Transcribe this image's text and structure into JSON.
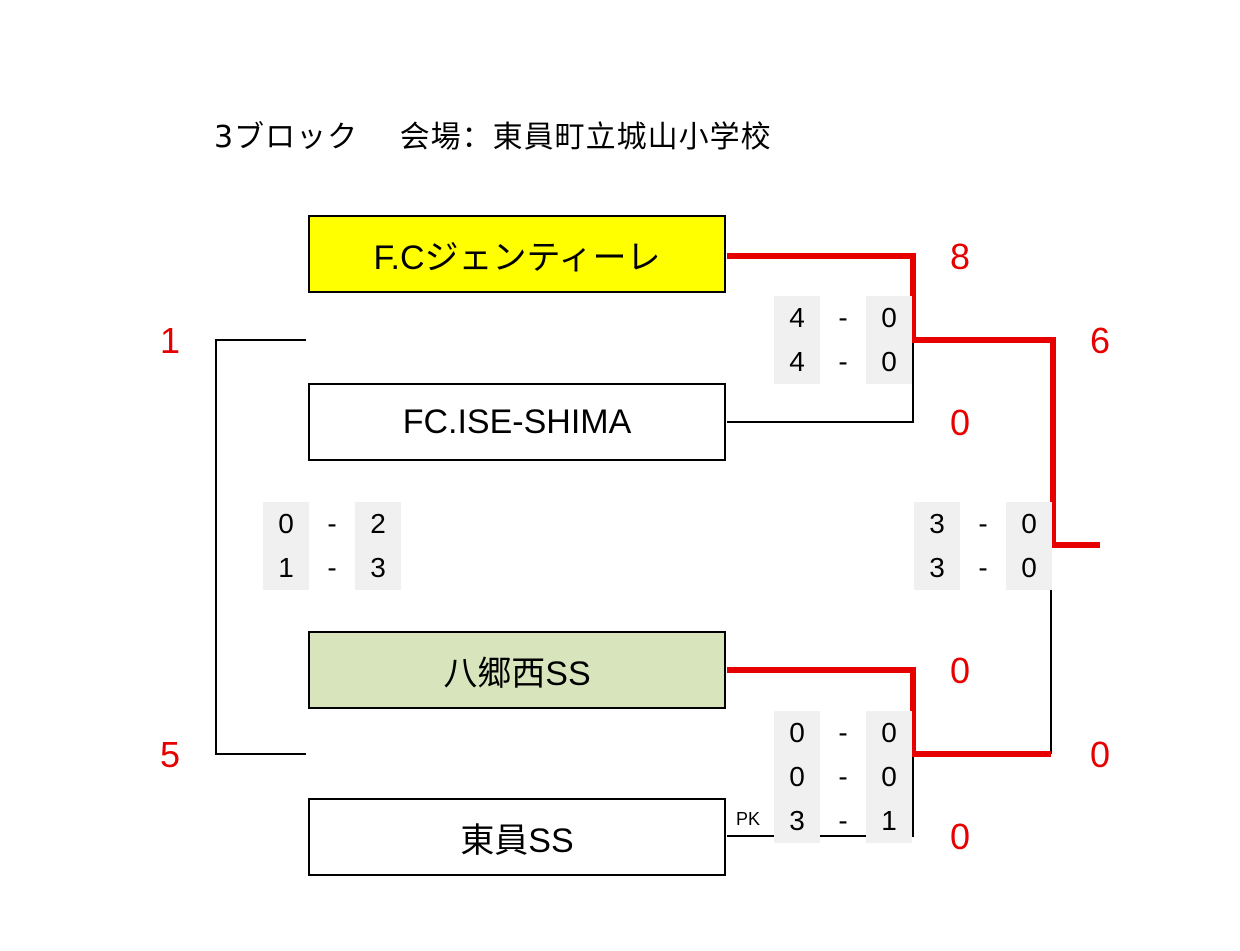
{
  "title": "3ブロック　 会場：東員町立城山小学校",
  "teams": [
    {
      "name": "F.Cジェンティーレ",
      "bg": "#ffff00"
    },
    {
      "name": "FC.ISE-SHIMA",
      "bg": "#ffffff"
    },
    {
      "name": "八郷西SS",
      "bg": "#d8e4bc"
    },
    {
      "name": "東員SS",
      "bg": "#ffffff"
    }
  ],
  "round1_numbers": {
    "left_top": "1",
    "left_bottom": "5"
  },
  "semi_numbers": {
    "team1": "8",
    "team2": "0",
    "team3": "0",
    "team4": "0"
  },
  "final_numbers": {
    "top": "6",
    "bottom": "0"
  },
  "scores": {
    "left": [
      {
        "a": "0",
        "sep": "-",
        "b": "2"
      },
      {
        "a": "1",
        "sep": "-",
        "b": "3"
      }
    ],
    "top_semi": [
      {
        "a": "4",
        "sep": "-",
        "b": "0"
      },
      {
        "a": "4",
        "sep": "-",
        "b": "0"
      }
    ],
    "bottom_semi": [
      {
        "a": "0",
        "sep": "-",
        "b": "0"
      },
      {
        "a": "0",
        "sep": "-",
        "b": "0"
      },
      {
        "a": "3",
        "sep": "-",
        "b": "1"
      }
    ],
    "final": [
      {
        "a": "3",
        "sep": "-",
        "b": "0"
      },
      {
        "a": "3",
        "sep": "-",
        "b": "0"
      }
    ]
  },
  "pk_label": "PK",
  "colors": {
    "winner_line": "#e60000",
    "line": "#000000",
    "score_bg": "#f0f0f0"
  }
}
